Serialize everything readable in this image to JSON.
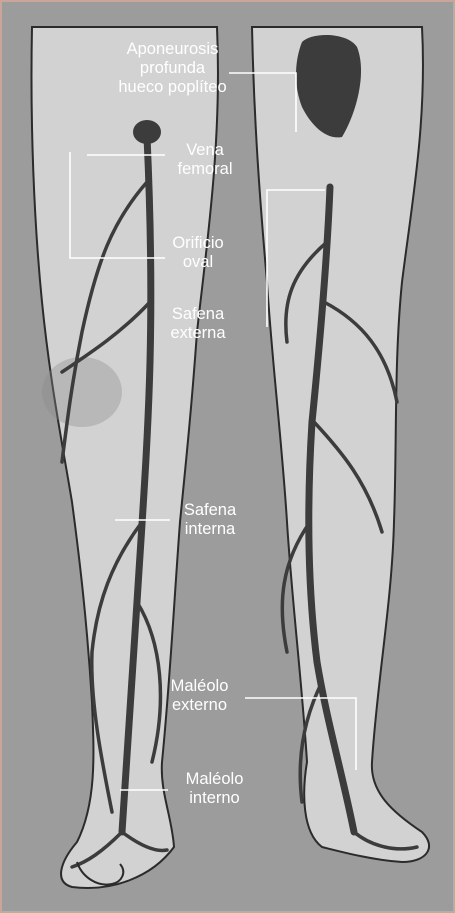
{
  "colors": {
    "background": "#9c9c9c",
    "leg_fill": "#d2d2d2",
    "leg_outline": "#2b2b2b",
    "vein": "#3c3c3c",
    "label_text": "#ffffff",
    "leader_line": "#ffffff",
    "frame": "#c9a59a"
  },
  "labels": {
    "aponeurosis": [
      "Aponeurosis",
      "profunda",
      "hueco poplíteo"
    ],
    "vena_femoral": [
      "Vena",
      "femoral"
    ],
    "orificio_oval": [
      "Orificio",
      "oval"
    ],
    "safena_externa": [
      "Safena",
      "externa"
    ],
    "safena_interna": [
      "Safena",
      "interna"
    ],
    "maleolo_externo": [
      "Maléolo",
      "externo"
    ],
    "maleolo_interno": [
      "Maléolo",
      "interno"
    ]
  }
}
